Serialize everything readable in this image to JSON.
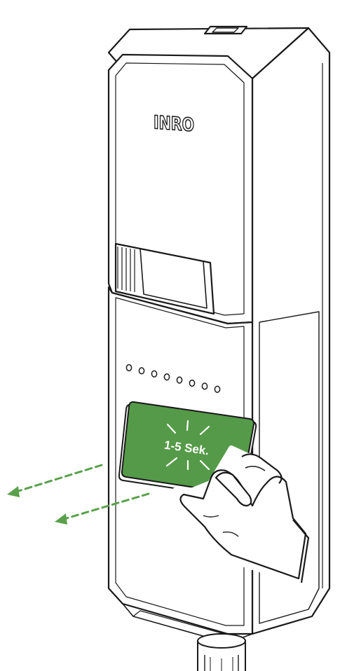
{
  "brand": {
    "logo_text": "INRO"
  },
  "card": {
    "duration_label": "1-5 Sek.",
    "color": "#559a48"
  },
  "led_indicator": {
    "count": 8
  },
  "colors": {
    "outline": "#1a1a1a",
    "card_fill": "#559a48",
    "arrow": "#5aa04c",
    "background": "#ffffff"
  },
  "icons": [
    "card-flash-icon",
    "motion-arrow-icon",
    "hand-icon"
  ]
}
